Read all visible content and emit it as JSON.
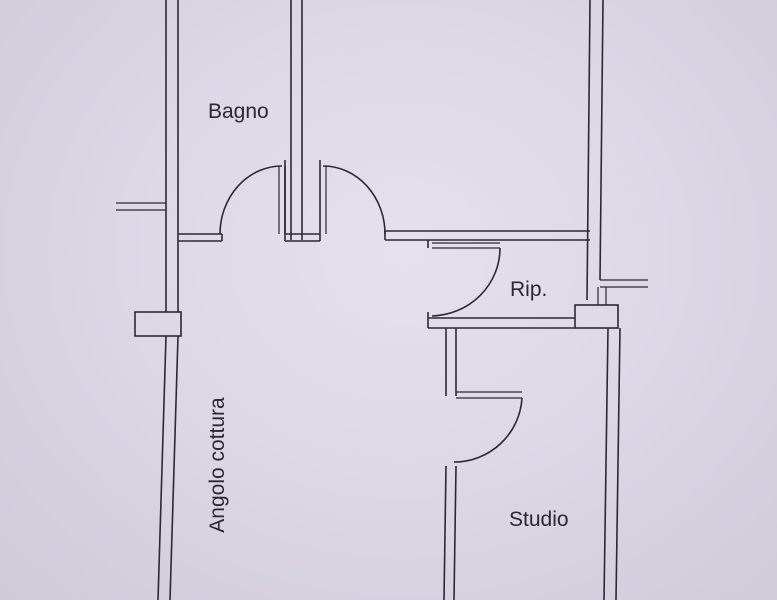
{
  "floor_plan": {
    "rooms": {
      "bagno": "Bagno",
      "ripostiglio": "Rip.",
      "angolo_cottura": "Angolo cottura",
      "studio": "Studio"
    }
  }
}
